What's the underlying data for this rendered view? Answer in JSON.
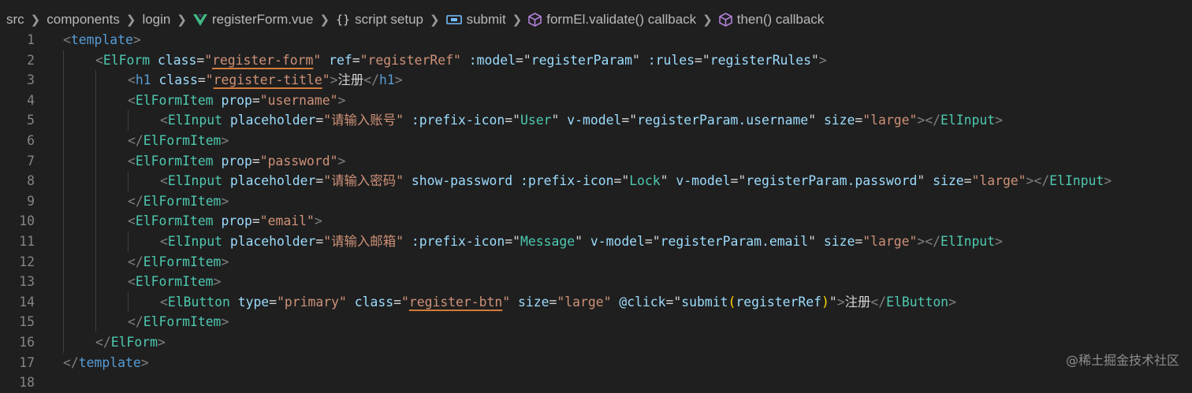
{
  "breadcrumb": {
    "items": [
      "src",
      "components",
      "login",
      "registerForm.vue",
      "script setup",
      "submit",
      "formEl.validate() callback",
      "then() callback"
    ],
    "braces_glyph": "{}"
  },
  "editor": {
    "line_numbers": [
      "1",
      "2",
      "3",
      "4",
      "5",
      "6",
      "7",
      "8",
      "9",
      "10",
      "11",
      "12",
      "13",
      "14",
      "15",
      "16",
      "17",
      "18"
    ],
    "lines": [
      [
        [
          "p",
          "<"
        ],
        [
          "t",
          "template"
        ],
        [
          "p",
          ">"
        ]
      ],
      [
        [
          "p",
          "<"
        ],
        [
          "c",
          "ElForm"
        ],
        [
          "o",
          " "
        ],
        [
          "a",
          "class"
        ],
        [
          "o",
          "="
        ],
        [
          "s",
          "\""
        ],
        [
          "su",
          "register-form"
        ],
        [
          "s",
          "\""
        ],
        [
          "o",
          " "
        ],
        [
          "a",
          "ref"
        ],
        [
          "o",
          "="
        ],
        [
          "s",
          "\"registerRef\""
        ],
        [
          "o",
          " "
        ],
        [
          "a",
          ":model"
        ],
        [
          "o",
          "="
        ],
        [
          "o",
          "\""
        ],
        [
          "a",
          "registerParam"
        ],
        [
          "o",
          "\""
        ],
        [
          "o",
          " "
        ],
        [
          "a",
          ":rules"
        ],
        [
          "o",
          "="
        ],
        [
          "o",
          "\""
        ],
        [
          "a",
          "registerRules"
        ],
        [
          "o",
          "\""
        ],
        [
          "p",
          ">"
        ]
      ],
      [
        [
          "p",
          "<"
        ],
        [
          "t",
          "h1"
        ],
        [
          "o",
          " "
        ],
        [
          "a",
          "class"
        ],
        [
          "o",
          "="
        ],
        [
          "s",
          "\""
        ],
        [
          "su",
          "register-title"
        ],
        [
          "s",
          "\""
        ],
        [
          "p",
          ">"
        ],
        [
          "x",
          "注册"
        ],
        [
          "p",
          "</"
        ],
        [
          "t",
          "h1"
        ],
        [
          "p",
          ">"
        ]
      ],
      [
        [
          "p",
          "<"
        ],
        [
          "c",
          "ElFormItem"
        ],
        [
          "o",
          " "
        ],
        [
          "a",
          "prop"
        ],
        [
          "o",
          "="
        ],
        [
          "s",
          "\"username\""
        ],
        [
          "p",
          ">"
        ]
      ],
      [
        [
          "p",
          "<"
        ],
        [
          "c",
          "ElInput"
        ],
        [
          "o",
          " "
        ],
        [
          "a",
          "placeholder"
        ],
        [
          "o",
          "="
        ],
        [
          "s",
          "\"请输入账号\""
        ],
        [
          "o",
          " "
        ],
        [
          "a",
          ":prefix-icon"
        ],
        [
          "o",
          "="
        ],
        [
          "o",
          "\""
        ],
        [
          "c",
          "User"
        ],
        [
          "o",
          "\""
        ],
        [
          "o",
          " "
        ],
        [
          "a",
          "v-model"
        ],
        [
          "o",
          "="
        ],
        [
          "o",
          "\""
        ],
        [
          "a",
          "registerParam.username"
        ],
        [
          "o",
          "\""
        ],
        [
          "o",
          " "
        ],
        [
          "a",
          "size"
        ],
        [
          "o",
          "="
        ],
        [
          "s",
          "\"large\""
        ],
        [
          "p",
          "></"
        ],
        [
          "c",
          "ElInput"
        ],
        [
          "p",
          ">"
        ]
      ],
      [
        [
          "p",
          "</"
        ],
        [
          "c",
          "ElFormItem"
        ],
        [
          "p",
          ">"
        ]
      ],
      [
        [
          "p",
          "<"
        ],
        [
          "c",
          "ElFormItem"
        ],
        [
          "o",
          " "
        ],
        [
          "a",
          "prop"
        ],
        [
          "o",
          "="
        ],
        [
          "s",
          "\"password\""
        ],
        [
          "p",
          ">"
        ]
      ],
      [
        [
          "p",
          "<"
        ],
        [
          "c",
          "ElInput"
        ],
        [
          "o",
          " "
        ],
        [
          "a",
          "placeholder"
        ],
        [
          "o",
          "="
        ],
        [
          "s",
          "\"请输入密码\""
        ],
        [
          "o",
          " "
        ],
        [
          "a",
          "show-password"
        ],
        [
          "o",
          " "
        ],
        [
          "a",
          ":prefix-icon"
        ],
        [
          "o",
          "="
        ],
        [
          "o",
          "\""
        ],
        [
          "c",
          "Lock"
        ],
        [
          "o",
          "\""
        ],
        [
          "o",
          " "
        ],
        [
          "a",
          "v-model"
        ],
        [
          "o",
          "="
        ],
        [
          "o",
          "\""
        ],
        [
          "a",
          "registerParam.password"
        ],
        [
          "o",
          "\""
        ],
        [
          "o",
          " "
        ],
        [
          "a",
          "size"
        ],
        [
          "o",
          "="
        ],
        [
          "s",
          "\"large\""
        ],
        [
          "p",
          "></"
        ],
        [
          "c",
          "ElInput"
        ],
        [
          "p",
          ">"
        ]
      ],
      [
        [
          "p",
          "</"
        ],
        [
          "c",
          "ElFormItem"
        ],
        [
          "p",
          ">"
        ]
      ],
      [
        [
          "p",
          "<"
        ],
        [
          "c",
          "ElFormItem"
        ],
        [
          "o",
          " "
        ],
        [
          "a",
          "prop"
        ],
        [
          "o",
          "="
        ],
        [
          "s",
          "\"email\""
        ],
        [
          "p",
          ">"
        ]
      ],
      [
        [
          "p",
          "<"
        ],
        [
          "c",
          "ElInput"
        ],
        [
          "o",
          " "
        ],
        [
          "a",
          "placeholder"
        ],
        [
          "o",
          "="
        ],
        [
          "s",
          "\"请输入邮箱\""
        ],
        [
          "o",
          " "
        ],
        [
          "a",
          ":prefix-icon"
        ],
        [
          "o",
          "="
        ],
        [
          "o",
          "\""
        ],
        [
          "c",
          "Message"
        ],
        [
          "o",
          "\""
        ],
        [
          "o",
          " "
        ],
        [
          "a",
          "v-model"
        ],
        [
          "o",
          "="
        ],
        [
          "o",
          "\""
        ],
        [
          "a",
          "registerParam.email"
        ],
        [
          "o",
          "\""
        ],
        [
          "o",
          " "
        ],
        [
          "a",
          "size"
        ],
        [
          "o",
          "="
        ],
        [
          "s",
          "\"large\""
        ],
        [
          "p",
          "></"
        ],
        [
          "c",
          "ElInput"
        ],
        [
          "p",
          ">"
        ]
      ],
      [
        [
          "p",
          "</"
        ],
        [
          "c",
          "ElFormItem"
        ],
        [
          "p",
          ">"
        ]
      ],
      [
        [
          "p",
          "<"
        ],
        [
          "c",
          "ElFormItem"
        ],
        [
          "p",
          ">"
        ]
      ],
      [
        [
          "p",
          "<"
        ],
        [
          "c",
          "ElButton"
        ],
        [
          "o",
          " "
        ],
        [
          "a",
          "type"
        ],
        [
          "o",
          "="
        ],
        [
          "s",
          "\"primary\""
        ],
        [
          "o",
          " "
        ],
        [
          "a",
          "class"
        ],
        [
          "o",
          "="
        ],
        [
          "s",
          "\""
        ],
        [
          "su",
          "register-btn"
        ],
        [
          "s",
          "\""
        ],
        [
          "o",
          " "
        ],
        [
          "a",
          "size"
        ],
        [
          "o",
          "="
        ],
        [
          "s",
          "\"large\""
        ],
        [
          "o",
          " "
        ],
        [
          "a",
          "@click"
        ],
        [
          "o",
          "="
        ],
        [
          "o",
          "\""
        ],
        [
          "a",
          "submit"
        ],
        [
          "y",
          "("
        ],
        [
          "a",
          "registerRef"
        ],
        [
          "y",
          ")"
        ],
        [
          "o",
          "\""
        ],
        [
          "p",
          ">"
        ],
        [
          "x",
          "注册"
        ],
        [
          "p",
          "</"
        ],
        [
          "c",
          "ElButton"
        ],
        [
          "p",
          ">"
        ]
      ],
      [
        [
          "p",
          "</"
        ],
        [
          "c",
          "ElFormItem"
        ],
        [
          "p",
          ">"
        ]
      ],
      [
        [
          "p",
          "</"
        ],
        [
          "c",
          "ElForm"
        ],
        [
          "p",
          ">"
        ]
      ],
      [
        [
          "p",
          "</"
        ],
        [
          "t",
          "template"
        ],
        [
          "p",
          ">"
        ]
      ],
      []
    ]
  },
  "watermark": "@稀土掘金技术社区",
  "colors": {
    "background": "#1f1f1f",
    "tag_bracket": "#808080",
    "html_tag": "#569cd6",
    "component_tag": "#4ec9b0",
    "attribute": "#9cdcfe",
    "string": "#ce9178",
    "vue_icon": "#41b883",
    "symbol_icon": "#b180d7"
  },
  "icons": {
    "vue_file": "vue-logo-icon",
    "script_setup": "braces-icon",
    "submit": "symbol-variable-icon",
    "callback": "symbol-method-icon"
  }
}
